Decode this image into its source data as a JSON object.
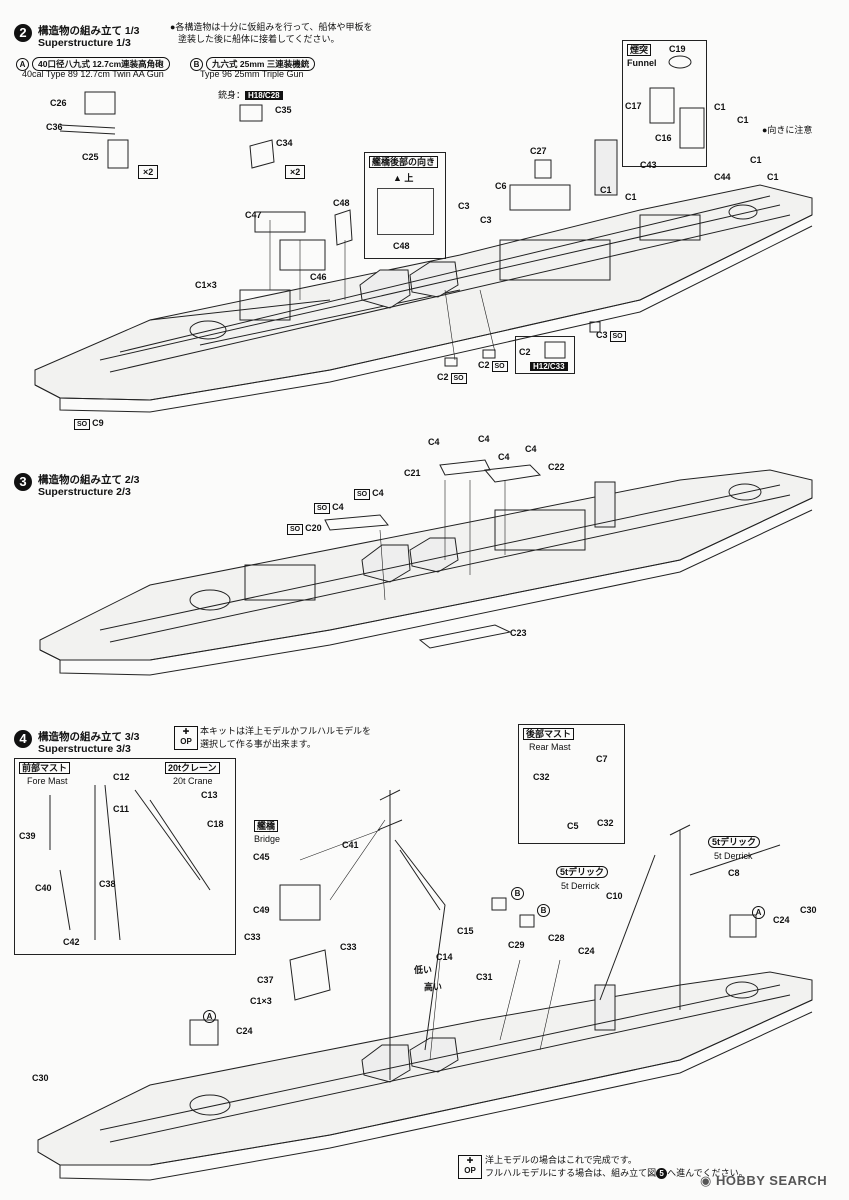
{
  "step2": {
    "number": "2",
    "title_jp": "構造物の組み立て 1/3",
    "title_en": "Superstructure 1/3",
    "note_line1": "●各構造物は十分に仮組みを行って、船体や甲板を",
    "note_line2": "塗装した後に船体に接着してください。",
    "gun_a_letter": "A",
    "gun_a_jp": "40口径八九式 12.7cm連装高角砲",
    "gun_a_en": "40cal Type 89 12.7cm Twin AA Gun",
    "gun_b_letter": "B",
    "gun_b_jp": "九六式 25mm 三連装機銃",
    "gun_b_en": "Type 96 25mm Triple Gun",
    "barrel_label": "銃身：",
    "barrel_parts": "H18/C28",
    "times2": "×2",
    "stern_title": "艦橋後部の向き",
    "stern_up": "上",
    "funnel_jp": "煙突",
    "funnel_en": "Funnel",
    "direction_note": "●向きに注意",
    "c1x3": "C1×3",
    "h12c33": "H12/C33",
    "so": "SO",
    "parts": {
      "c26": "C26",
      "c36": "C36",
      "c25": "C25",
      "c35": "C35",
      "c34": "C34",
      "c47": "C47",
      "c48": "C48",
      "c46": "C46",
      "c48b": "C48",
      "c27": "C27",
      "c6": "C6",
      "c3a": "C3",
      "c3b": "C3",
      "c3c": "C3",
      "c19": "C19",
      "c17": "C17",
      "c16": "C16",
      "c1a": "C1",
      "c1b": "C1",
      "c1c": "C1",
      "c1d": "C1",
      "c1e": "C1",
      "c1f": "C1",
      "c43": "C43",
      "c44": "C44",
      "c2a": "C2",
      "c2b": "C2",
      "c2c": "C2",
      "c9": "C9"
    }
  },
  "step3": {
    "number": "3",
    "title_jp": "構造物の組み立て 2/3",
    "title_en": "Superstructure 2/3",
    "parts": {
      "c4a": "C4",
      "c4b": "C4",
      "c4c": "C4",
      "c4d": "C4",
      "c4e": "C4",
      "c4f": "C4",
      "c21": "C21",
      "c22": "C22",
      "c20": "C20",
      "c23": "C23"
    }
  },
  "step4": {
    "number": "4",
    "title_jp": "構造物の組み立て 3/3",
    "title_en": "Superstructure 3/3",
    "op_note_line1": "本キットは洋上モデルかフルハルモデルを",
    "op_note_line2": "選択して作る事が出来ます。",
    "op_top": "OP",
    "fore_mast_jp": "前部マスト",
    "fore_mast_en": "Fore Mast",
    "crane_jp": "20tクレーン",
    "crane_en": "20t Crane",
    "bridge_jp": "艦橋",
    "bridge_en": "Bridge",
    "rear_mast_jp": "後部マスト",
    "rear_mast_en": "Rear Mast",
    "derrick_jp": "5tデリック",
    "derrick_en": "5t Derrick",
    "low": "低い",
    "high": "高い",
    "c1x3": "C1×3",
    "parts": {
      "c12": "C12",
      "c13": "C13",
      "c11": "C11",
      "c18": "C18",
      "c39": "C39",
      "c40": "C40",
      "c38": "C38",
      "c42": "C42",
      "c45": "C45",
      "c41": "C41",
      "c49": "C49",
      "c33a": "C33",
      "c33b": "C33",
      "c37": "C37",
      "c24a": "C24",
      "c24b": "C24",
      "c24c": "C24",
      "c30a": "C30",
      "c30b": "C30",
      "c15": "C15",
      "c14": "C14",
      "c31": "C31",
      "c29": "C29",
      "c28": "C28",
      "c7": "C7",
      "c32a": "C32",
      "c32b": "C32",
      "c5": "C5",
      "c10": "C10",
      "c8": "C8"
    },
    "letters": {
      "a1": "A",
      "a2": "A",
      "b1": "B",
      "b2": "B"
    }
  },
  "footer": {
    "op": "OP",
    "line1": "洋上モデルの場合はこれで完成です。",
    "line2_pre": "フルハルモデルにする場合は、組み立て図",
    "line2_num": "5",
    "line2_post": "へ進んでください。",
    "watermark": "HOBBY SEARCH"
  }
}
